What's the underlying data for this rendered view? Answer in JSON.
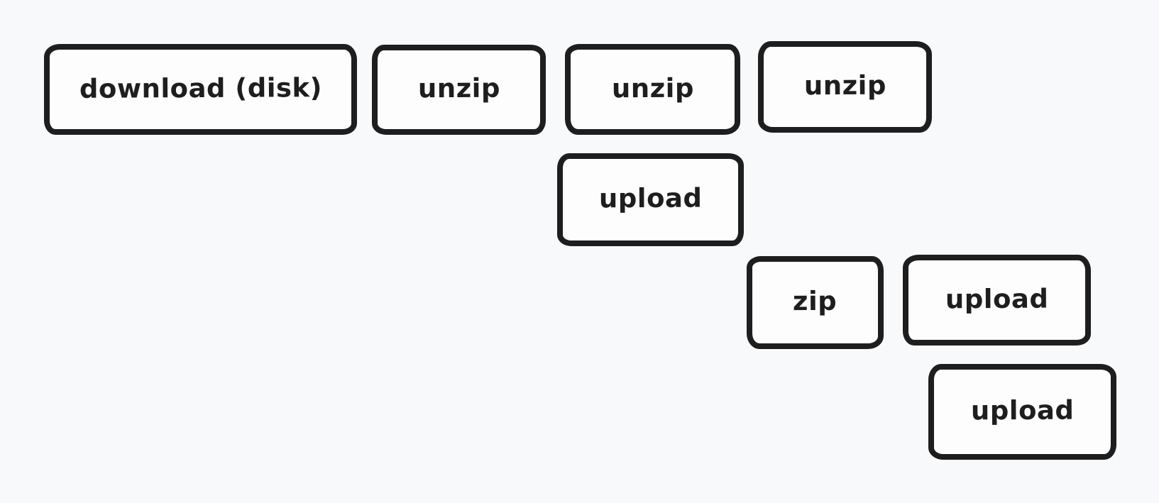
{
  "canvas": {
    "background_color": "#f8f9fa",
    "stroke_color": "#1e1e1e",
    "box_fill_color": "#fdfdfd"
  },
  "diagram": {
    "type": "task-timeline-sketch",
    "boxes": [
      {
        "label": "download (disk)"
      },
      {
        "label": "unzip"
      },
      {
        "label": "unzip"
      },
      {
        "label": "unzip"
      },
      {
        "label": "upload"
      },
      {
        "label": "zip"
      },
      {
        "label": "upload"
      },
      {
        "label": "upload"
      }
    ]
  }
}
